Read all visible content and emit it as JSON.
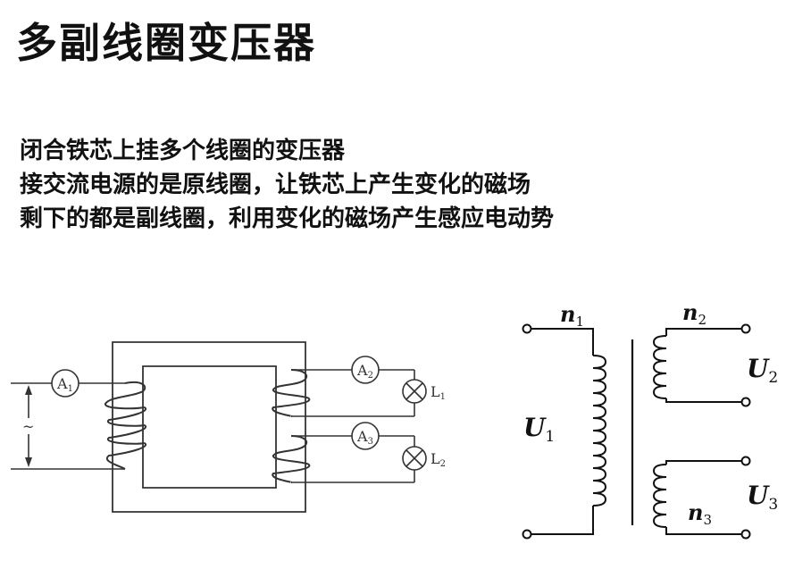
{
  "page": {
    "title": "多副线圈变压器",
    "lines": [
      "闭合铁芯上挂多个线圈的变压器",
      "接交流电源的是原线圈，让铁芯上产生变化的磁场",
      "剩下的都是副线圈，利用变化的磁场产生感应电动势"
    ]
  },
  "left_circuit": {
    "ammeter_1": "A",
    "ammeter_1_sub": "1",
    "ammeter_2": "A",
    "ammeter_2_sub": "2",
    "ammeter_3": "A",
    "ammeter_3_sub": "3",
    "lamp_1": "L",
    "lamp_1_sub": "1",
    "lamp_2": "L",
    "lamp_2_sub": "2",
    "ac_symbol": "~"
  },
  "schematic": {
    "n1": "n",
    "n1_sub": "1",
    "n2": "n",
    "n2_sub": "2",
    "n3": "n",
    "n3_sub": "3",
    "u1": "U",
    "u1_sub": "1",
    "u2": "U",
    "u2_sub": "2",
    "u3": "U",
    "u3_sub": "3"
  }
}
